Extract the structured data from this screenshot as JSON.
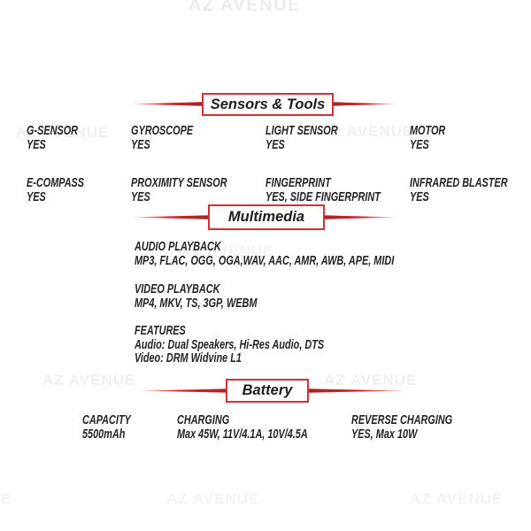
{
  "watermark": {
    "text": "AZ AVENUE"
  },
  "colors": {
    "accent_red": "#d0242b",
    "text": "#272324",
    "watermark": "#efefef"
  },
  "sections": [
    {
      "title": "Sensors & Tools",
      "items": [
        {
          "label": "G-SENSOR",
          "value": "YES"
        },
        {
          "label": "GYROSCOPE",
          "value": "YES"
        },
        {
          "label": "LIGHT SENSOR",
          "value": "YES"
        },
        {
          "label": "MOTOR",
          "value": "YES"
        },
        {
          "label": "E-COMPASS",
          "value": "YES"
        },
        {
          "label": "PROXIMITY SENSOR",
          "value": "YES"
        },
        {
          "label": "FINGERPRINT",
          "value": "YES, SIDE FINGERPRINT"
        },
        {
          "label": "INFRARED BLASTER",
          "value": "YES"
        }
      ]
    },
    {
      "title": "Multimedia",
      "items": [
        {
          "label": "AUDIO PLAYBACK",
          "value": "MP3, FLAC, OGG, OGA,WAV, AAC, AMR, AWB, APE, MIDI"
        },
        {
          "label": "VIDEO PLAYBACK",
          "value": "MP4, MKV, TS, 3GP, WEBM"
        },
        {
          "label": "FEATURES",
          "value": "Audio: Dual Speakers, Hi-Res Audio, DTS",
          "value2": "Video: DRM Widvine L1"
        }
      ]
    },
    {
      "title": "Battery",
      "items": [
        {
          "label": "CAPACITY",
          "value": "5500mAh"
        },
        {
          "label": "CHARGING",
          "value": "Max 45W, 11V/4.1A, 10V/4.5A"
        },
        {
          "label": "REVERSE CHARGING",
          "value": "YES, Max 10W"
        }
      ]
    }
  ]
}
